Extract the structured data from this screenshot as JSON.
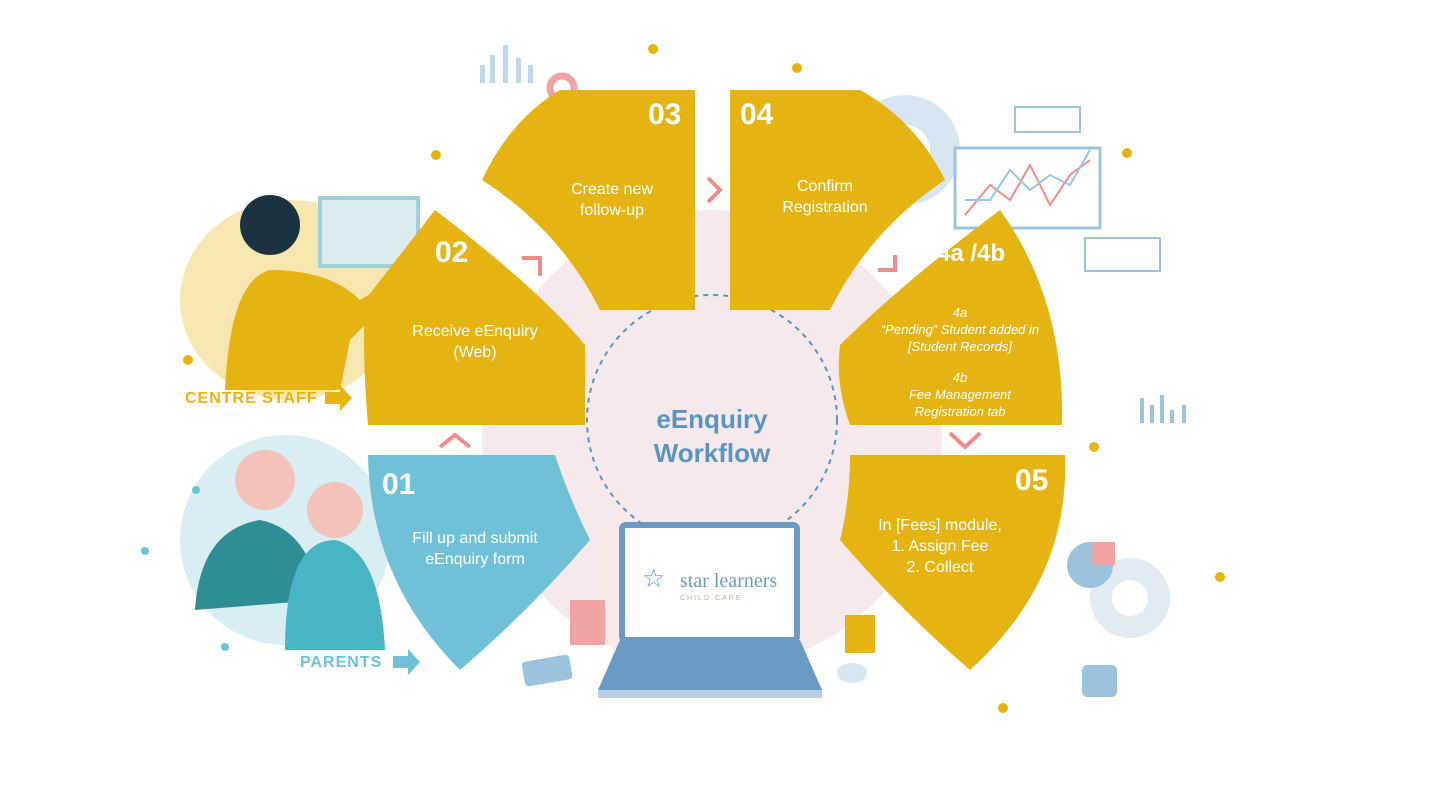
{
  "title": "eEnquiry Workflow",
  "title_lines": [
    "eEnquiry",
    "Workflow"
  ],
  "roles": {
    "staff": "CENTRE STAFF",
    "parents": "PARENTS"
  },
  "logo": {
    "name": "star learners",
    "sub": "CHILD CARE"
  },
  "steps": [
    {
      "num": "01",
      "lines": [
        "Fill up and submit",
        "eEnquiry form"
      ]
    },
    {
      "num": "02",
      "lines": [
        "Receive eEnquiry",
        "(Web)"
      ]
    },
    {
      "num": "03",
      "lines": [
        "Create new",
        "follow-up"
      ]
    },
    {
      "num": "04",
      "lines": [
        "Confirm",
        "Registration"
      ]
    },
    {
      "num": "4a /4b",
      "a_label": "4a",
      "a_lines": [
        "“Pending” Student added in",
        "[Student Records]"
      ],
      "b_label": "4b",
      "b_lines": [
        "Fee Management",
        "Registration tab"
      ]
    },
    {
      "num": "05",
      "lines": [
        "In [Fees] module,",
        "1. Assign Fee",
        "2. Collect"
      ]
    }
  ],
  "colors": {
    "gold": "#e6b412",
    "blue": "#6ec1d6",
    "title": "#5a95c0",
    "arrow": "#ef8d8d"
  }
}
